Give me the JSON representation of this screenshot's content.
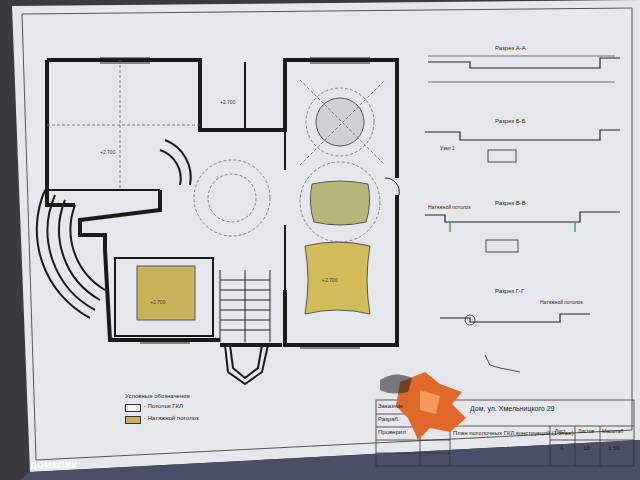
{
  "diagram": {
    "labels": [
      "Разрез А-А",
      "Разрез Б-Б",
      "Разрез В-В",
      "Разрез Г-Г",
      "Условные обозначения",
      "Заказчик",
      "Разраб.",
      "Проверил",
      "Дом, ул. Хмельницкого 29",
      "План потолочных ГКЛ конструкций (1 этаж)",
      "Лист",
      "Листов",
      "Масштаб",
      "6",
      "10",
      "1:50",
      "домклик",
      "+2.700",
      "+2.700",
      "+2.700",
      "+2.700",
      "Натяжной потолок",
      "Натяжной потолок",
      "Узел 1"
    ],
    "legend": [
      {
        "text": "- Потолок ГКЛ",
        "color": "#f2f2f4"
      },
      {
        "text": "- Натяжной потолок",
        "color": "#c8b35a"
      }
    ]
  }
}
